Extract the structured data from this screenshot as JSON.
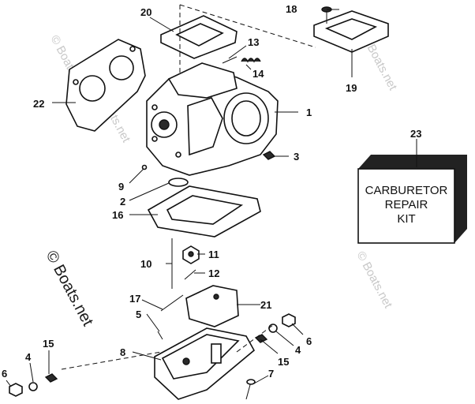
{
  "labels": {
    "l1": "1",
    "l2": "2",
    "l3": "3",
    "l4a": "4",
    "l4b": "4",
    "l5": "5",
    "l6a": "6",
    "l6b": "6",
    "l7": "7",
    "l8": "8",
    "l9": "9",
    "l10": "10",
    "l11": "11",
    "l12": "12",
    "l13": "13",
    "l14": "14",
    "l15a": "15",
    "l15b": "15",
    "l16": "16",
    "l17": "17",
    "l18": "18",
    "l19": "19",
    "l20": "20",
    "l21": "21",
    "l22": "22",
    "l23": "23"
  },
  "kit": {
    "line1": "CARBURETOR",
    "line2": "REPAIR",
    "line3": "KIT"
  },
  "watermarks": {
    "main": "© Boats.net",
    "faint1": "© Boats.net",
    "faint2": "© Boats.net",
    "faint3": "© Boats.net",
    "faint4": "© Boats.net"
  },
  "colors": {
    "ink": "#111111",
    "watermark": "#c8c8c8",
    "background": "#ffffff"
  }
}
